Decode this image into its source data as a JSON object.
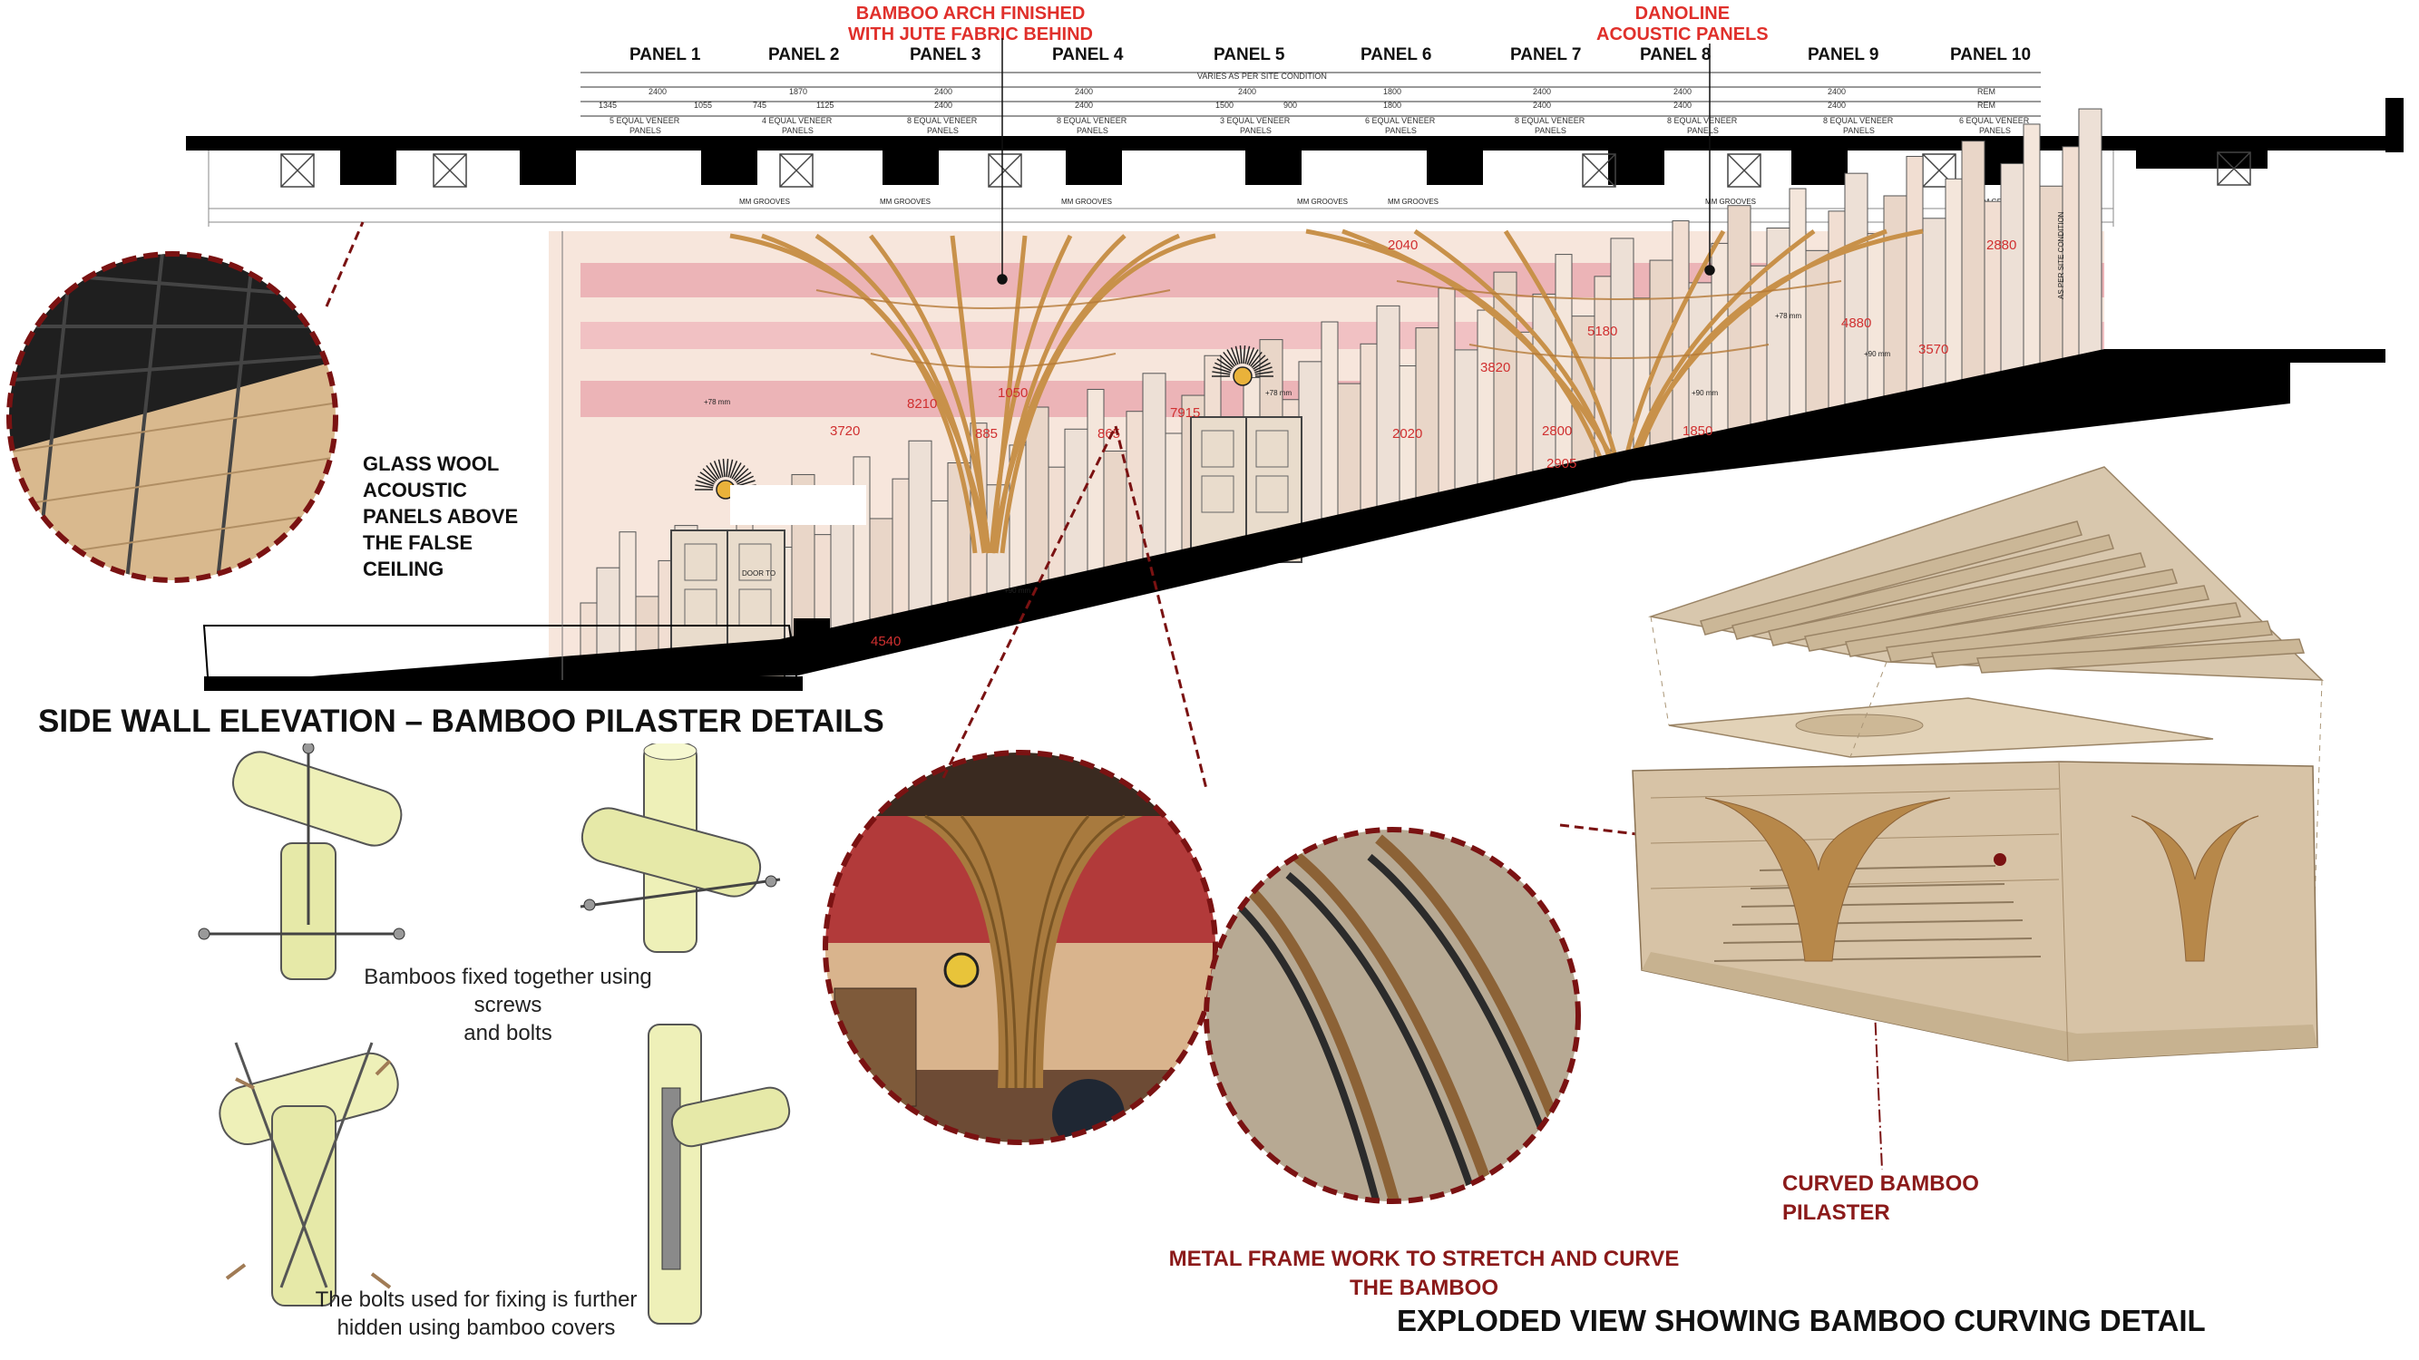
{
  "panels": [
    "PANEL 1",
    "PANEL 2",
    "PANEL 3",
    "PANEL 4",
    "PANEL 5",
    "PANEL 6",
    "PANEL 7",
    "PANEL 8",
    "PANEL 9",
    "PANEL 10"
  ],
  "callouts": {
    "bamboo_arch_line1": "BAMBOO ARCH FINISHED",
    "bamboo_arch_line2": "WITH JUTE FABRIC BEHIND",
    "danoline_line1": "DANOLINE",
    "danoline_line2": "ACOUSTIC PANELS"
  },
  "dimensions": {
    "varies": "VARIES AS PER SITE CONDITION",
    "panel_widths": [
      "2400",
      "1870",
      "2400",
      "2400",
      "2400",
      "1800",
      "2400",
      "2400",
      "2400",
      "REM"
    ],
    "sub_widths": [
      "1345",
      "1055",
      "745",
      "1125",
      "2400",
      "2400",
      "1500",
      "900",
      "1800",
      "2400",
      "2400",
      "2400",
      "REM"
    ],
    "veneer_notes": [
      "5 EQUAL VENEER PANELS",
      "4 EQUAL VENEER PANELS",
      "8 EQUAL VENEER PANELS",
      "8 EQUAL VENEER PANELS",
      "3 EQUAL VENEER PANELS",
      "6 EQUAL VENEER PANELS",
      "8 EQUAL VENEER PANELS",
      "8 EQUAL VENEER PANELS",
      "8 EQUAL VENEER PANELS",
      "6 EQUAL VENEER PANELS"
    ],
    "red_dims": [
      "2040",
      "2880",
      "3720",
      "2020",
      "2800",
      "2905",
      "1850",
      "4880",
      "3820",
      "3570",
      "1050",
      "885",
      "865",
      "8210",
      "7915",
      "5180",
      "4540"
    ],
    "offset_notes": [
      "+78 mm",
      "+78 mm",
      "+78 mm",
      "+90 mm",
      "+90 mm",
      "+90 mm"
    ],
    "site_note": "AS PER SITE CONDITION",
    "grooves": "MM GROOVES",
    "door_text": "DOOR TO"
  },
  "glass_wool": {
    "lines": [
      "GLASS WOOL",
      "ACOUSTIC",
      "PANELS ABOVE",
      "THE FALSE",
      "CEILING"
    ]
  },
  "side_wall_title": "SIDE WALL ELEVATION – BAMBOO PILASTER DETAILS",
  "bamboo_fix_note": [
    "Bamboos fixed together using",
    "screws",
    "and bolts"
  ],
  "bolts_hidden_note": [
    "The bolts used for fixing is further",
    "hidden using bamboo covers"
  ],
  "metal_frame_label": [
    "METAL FRAME WORK TO STRETCH AND CURVE",
    "THE BAMBOO"
  ],
  "curved_pilaster_label": [
    "CURVED BAMBOO",
    "PILASTER"
  ],
  "exploded_view_title": "EXPLODED VIEW SHOWING BAMBOO CURVING DETAIL",
  "colors": {
    "maroon": "#7a1212",
    "bamboo": "#c8914a",
    "wall_pink": "#f4ddd0",
    "stripe_red": "#e9a3a8",
    "beige": "#dccab0",
    "callout_red": "#e0302b"
  }
}
